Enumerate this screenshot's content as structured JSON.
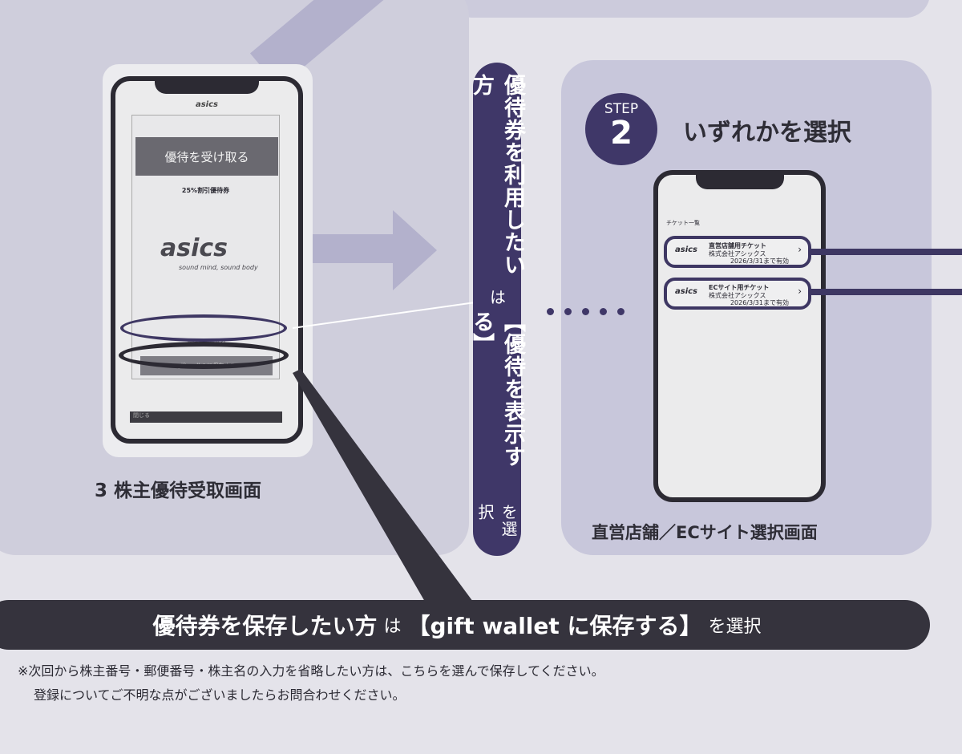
{
  "left_screen": {
    "logo_small": "asics",
    "receive_button": "優待を受け取る",
    "coupon_label": "25%割引優待券",
    "logo": "asics",
    "tagline": "sound mind, sound body",
    "show_button": "優待を表示する",
    "save_button": "gift wallet に保存する",
    "footer_text": "閉じる",
    "caption": "3 株主優待受取画面"
  },
  "vertical_banner": {
    "main": "優待券を利用したい方",
    "particle": "は",
    "choice": "【優待を表示する】",
    "suffix": "を選択"
  },
  "step": {
    "label": "STEP",
    "number": "2",
    "title": "いずれかを選択"
  },
  "right_screen": {
    "list_title": "チケット一覧",
    "tickets": [
      {
        "logo": "asics",
        "name": "直営店舗用チケット",
        "company": "株式会社アシックス",
        "expiry": "2026/3/31まで有効"
      },
      {
        "logo": "asics",
        "name": "ECサイト用チケット",
        "company": "株式会社アシックス",
        "expiry": "2026/3/31まで有効"
      }
    ],
    "caption": "直営店舗／ECサイト選択画面"
  },
  "bottom_banner": {
    "main": "優待券を保存したい方",
    "particle": "は",
    "choice": "【gift wallet に保存する】",
    "suffix": "を選択"
  },
  "notes": [
    "※次回から株主番号・郵便番号・株主名の入力を省略したい方は、こちらを選んで保存してください。",
    "登録についてご不明な点がございましたらお問合わせください。"
  ],
  "colors": {
    "purple": "#3f3768",
    "dark": "#35333d",
    "panel": "#c8c7db"
  }
}
